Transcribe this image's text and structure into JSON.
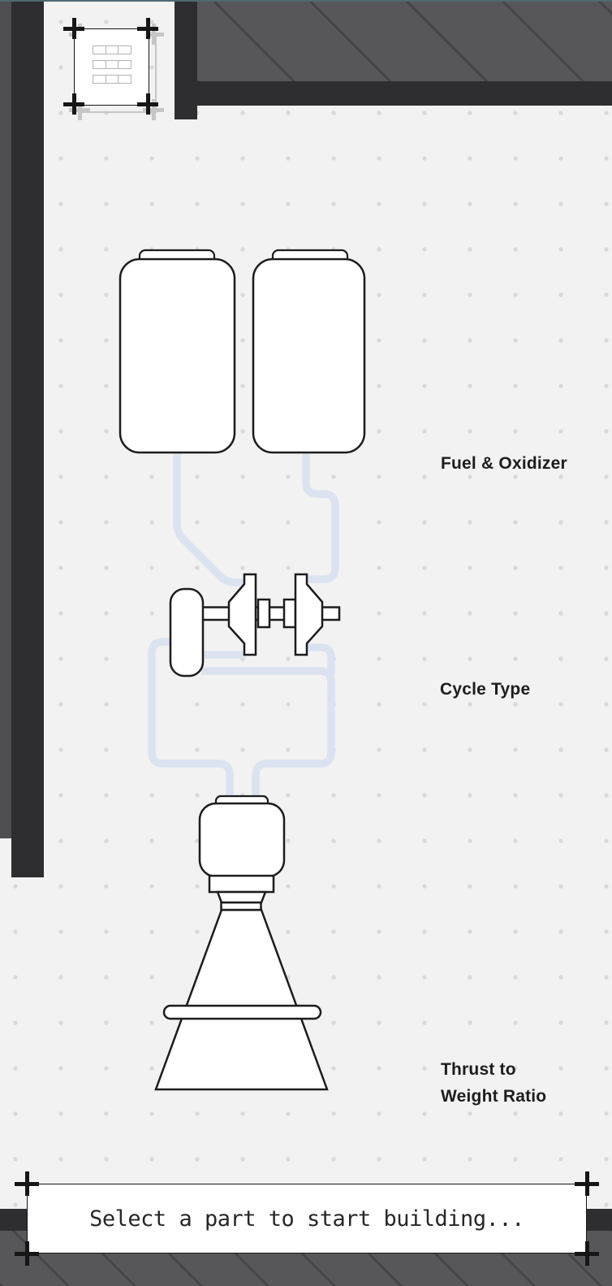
{
  "app": {
    "status_message": "Select a part to start building..."
  },
  "labels": {
    "fuel": "Fuel & Oxidizer",
    "cycle": "Cycle Type",
    "thrust_line1": "Thrust to",
    "thrust_line2": "Weight Ratio"
  },
  "icons": {
    "parts_list_icon": "brick-grid glyph (3x3 outlined cells)"
  },
  "parts": {
    "fuel_tank_left": "fuel tank",
    "fuel_tank_right": "oxidizer tank",
    "turbopump": "turbopump / cycle assembly",
    "engine_nozzle": "combustion chamber and nozzle bell"
  },
  "colors": {
    "background": "#f2f2f2",
    "dot_grid": "#d9d9d9",
    "wall_dark": "#2e2e30",
    "wall_gray": "#4e4e50",
    "hatch_fill": "#57575a",
    "hatch_line": "#454548",
    "pipe_blue": "#dbe3f1",
    "outline": "#1c1c1c",
    "top_edge_teal": "#4d6a73"
  }
}
